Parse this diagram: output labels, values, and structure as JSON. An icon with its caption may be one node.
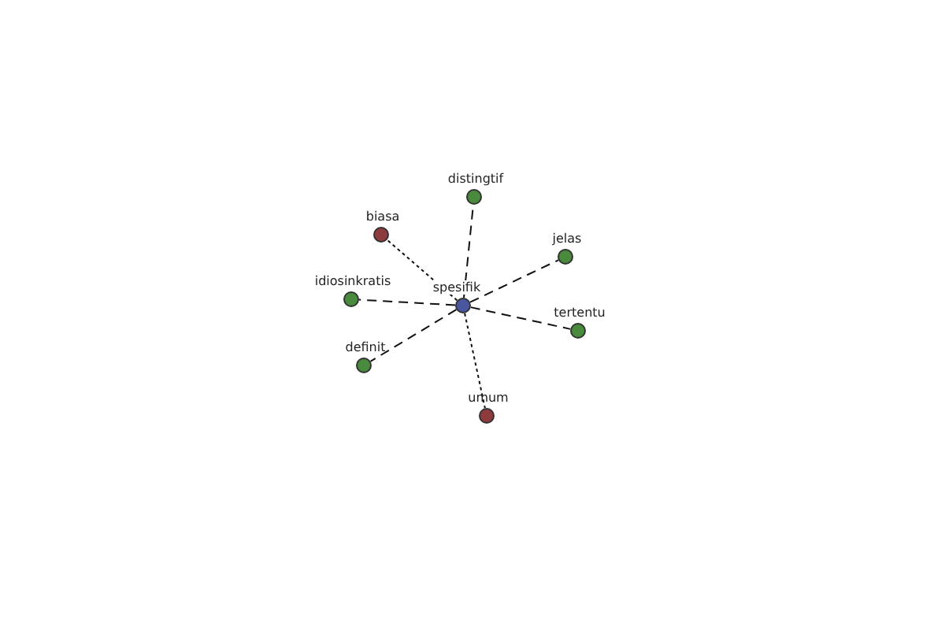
{
  "diagram": {
    "nodes": [
      {
        "text": [
          "spesifik"
        ]
      },
      {
        "text": [
          "distingtif"
        ]
      },
      {
        "text": [
          "biasa"
        ]
      },
      {
        "text": [
          "jelas"
        ]
      },
      {
        "text": [
          "idiosinkratis"
        ]
      },
      {
        "text": [
          "tertentu"
        ]
      },
      {
        "text": [
          "definit"
        ]
      },
      {
        "text": [
          "umum"
        ]
      }
    ],
    "edges": [
      {
        "from": 0,
        "to": 1,
        "arrow": "none",
        "style": "dashed"
      },
      {
        "from": 0,
        "to": 2,
        "arrow": "none",
        "style": "dashed"
      },
      {
        "from": 0,
        "to": 3,
        "arrow": "none",
        "style": "dashed"
      },
      {
        "from": 0,
        "to": 4,
        "arrow": "none",
        "style": "dashed"
      },
      {
        "from": 0,
        "to": 5,
        "arrow": "none",
        "style": "dashed"
      },
      {
        "from": 0,
        "to": 6,
        "arrow": "none",
        "style": "dashed"
      },
      {
        "from": 0,
        "to": 7,
        "arrow": "none",
        "style": "dashed"
      }
    ]
  }
}
